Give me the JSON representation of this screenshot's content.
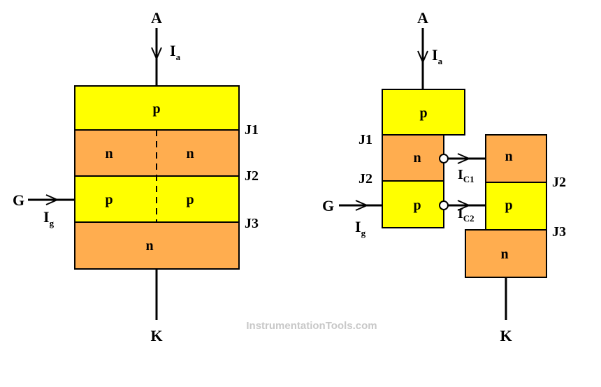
{
  "colors": {
    "p_layer": "#ffff00",
    "n_layer": "#ffad4f",
    "watermark": "#c8c8c8"
  },
  "left": {
    "anode": "A",
    "cathode": "K",
    "gate": "G",
    "ia_main": "I",
    "ia_sub": "a",
    "ig_main": "I",
    "ig_sub": "g",
    "layer1": "p",
    "layer2a": "n",
    "layer2b": "n",
    "layer3a": "p",
    "layer3b": "p",
    "layer4": "n",
    "j1": "J1",
    "j2": "J2",
    "j3": "J3"
  },
  "right": {
    "anode": "A",
    "cathode": "K",
    "gate": "G",
    "ia_main": "I",
    "ia_sub": "a",
    "ig_main": "I",
    "ig_sub": "g",
    "ic1_main": "I",
    "ic1_sub": "C1",
    "ic2_main": "I",
    "ic2_sub": "C2",
    "t1_top": "p",
    "t1_mid": "n",
    "t1_bot": "p",
    "t2_top": "n",
    "t2_mid": "p",
    "t2_bot": "n",
    "j1": "J1",
    "j2_left": "J2",
    "j2_right": "J2",
    "j3": "J3"
  },
  "watermark": "InstrumentationTools.com"
}
